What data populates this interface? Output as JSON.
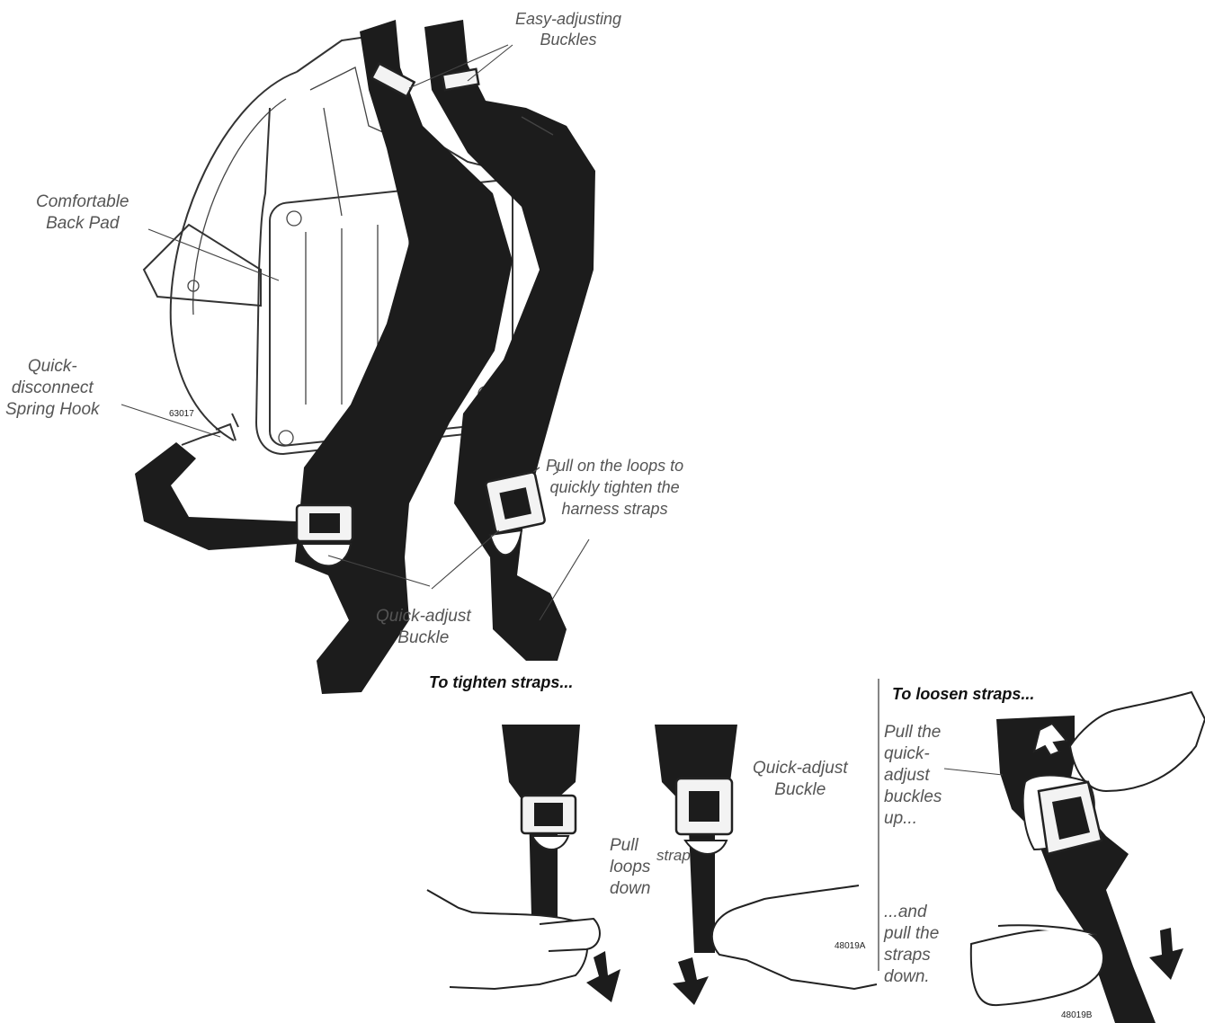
{
  "labels": {
    "easy_buckles": "Easy-adjusting\nBuckles",
    "back_pad": "Comfortable\nBack Pad",
    "spring_hook": "Quick-\ndisconnect\nSpring Hook",
    "pull_loops_main": "Pull on the loops to\nquickly tighten the\nharness straps",
    "quick_adjust_main": "Quick-adjust\nBuckle",
    "quick_adjust_small": "Quick-adjust\nBuckle",
    "pull_loops_down": "Pull\nloops\ndown",
    "strap_fragment": "strap",
    "pull_buckles_up": "Pull the\nquick-\nadjust\nbuckles\nup...",
    "pull_straps_down": "...and\npull the\nstraps\ndown."
  },
  "headings": {
    "tighten": "To tighten straps...",
    "loosen": "To loosen straps..."
  },
  "codes": {
    "main": "63017",
    "tighten": "48019A",
    "loosen": "48019B"
  }
}
